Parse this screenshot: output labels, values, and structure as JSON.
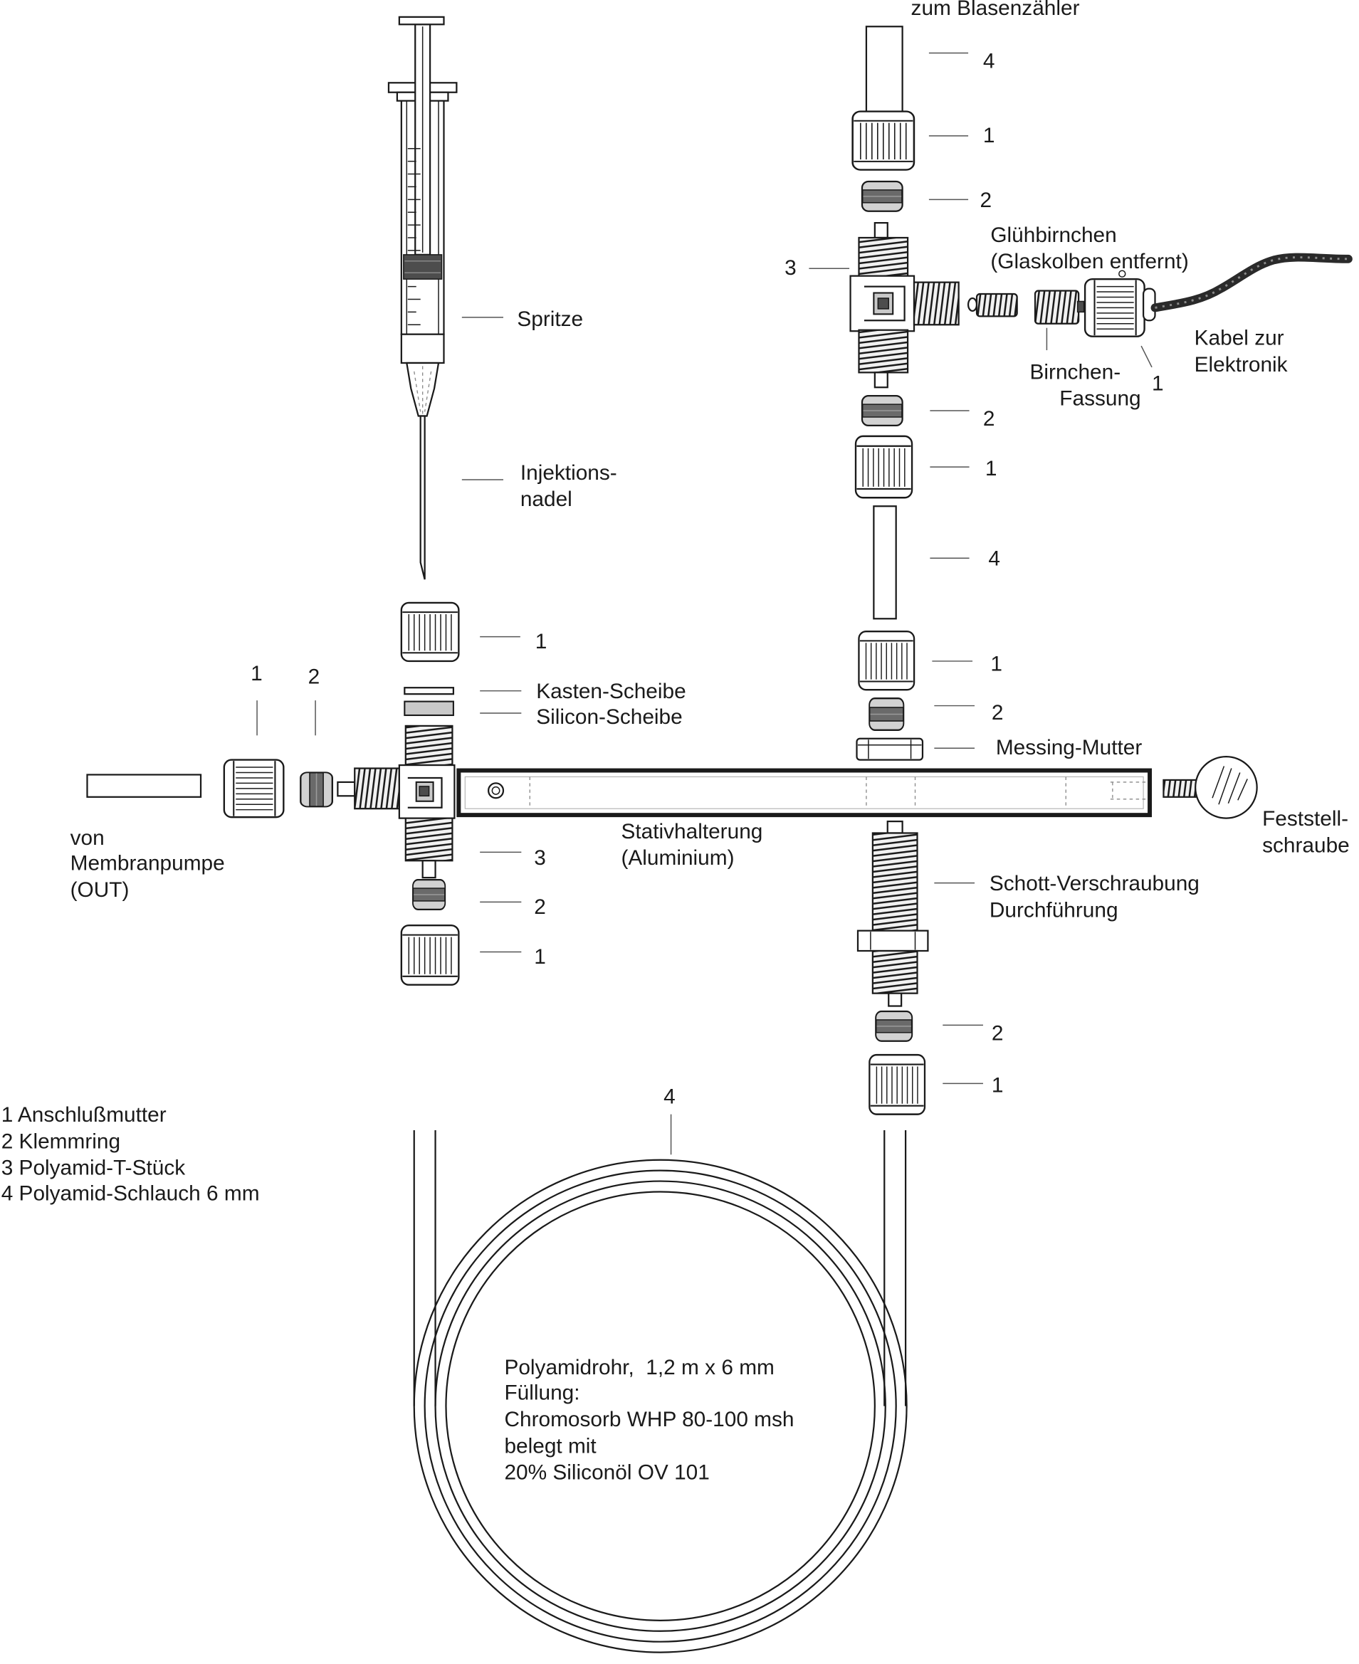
{
  "labels": {
    "top_outlet": "zum Blasenzähler",
    "bulb": [
      "Glühbirnchen",
      "(Glaskolben entfernt)"
    ],
    "syringe": "Spritze",
    "cable": [
      "Kabel zur",
      "Elektronik"
    ],
    "bulb_socket": [
      "Birnchen-",
      "Fassung"
    ],
    "needle": [
      "Injektions-",
      "nadel"
    ],
    "box_washer": "Kasten-Scheibe",
    "silicone_washer": "Silicon-Scheibe",
    "brass_nut": "Messing-Mutter",
    "inlet": [
      "von",
      "Membranpumpe",
      "(OUT)"
    ],
    "stand_holder": [
      "Stativhalterung",
      "(Aluminium)"
    ],
    "set_screw": [
      "Feststell-",
      "schraube"
    ],
    "bulkhead": [
      "Schott-Verschraubung",
      "Durchführung"
    ]
  },
  "callouts": {
    "right_tube_top": "4",
    "right_nut_top": "1",
    "right_ring_top": "2",
    "right_tee": "3",
    "cable_nut": "1",
    "right_ring_mid": "2",
    "right_nut_mid": "1",
    "right_tube_mid": "4",
    "right_nut_lower": "1",
    "right_ring_lower": "2",
    "right_ring_bottom": "2",
    "right_nut_bottom": "1",
    "left_nut_top": "1",
    "left_tee": "3",
    "left_ring_bottom": "2",
    "left_nut_bottom": "1",
    "inlet_nut": "1",
    "inlet_ring": "2",
    "coil": "4"
  },
  "legend": [
    "1 Anschlußmutter",
    "2 Klemmring",
    "3 Polyamid-T-Stück",
    "4 Polyamid-Schlauch 6 mm"
  ],
  "column_note": [
    "Polyamidrohr,  1,2 m x 6 mm",
    "Füllung:",
    "Chromosorb WHP 80-100 msh",
    "belegt mit",
    "20% Siliconöl OV 101"
  ]
}
